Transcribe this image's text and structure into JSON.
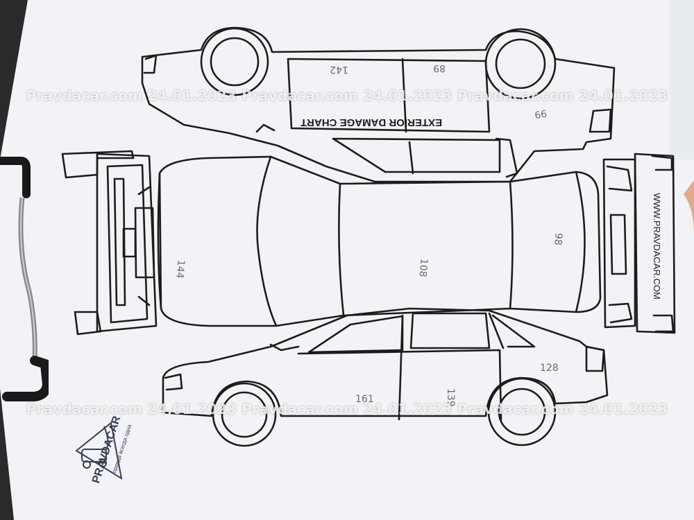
{
  "chart_title": "EXTERIOR DAMAGE CHART",
  "website": "WWW.PRAVDACAR.COM",
  "watermark": {
    "line1": "Pravdacar.com 24.01.2023 Pravdacar.com 24.01.2023 Pravdacar.com 24.01.2023",
    "line2": "Pravdacar.com 24.01.2023 Pravdacar.com 24.01.2023 Pravdacar.com 24.01.2023"
  },
  "stamp": {
    "brand": "PRAVDACAR",
    "tagline": "правда всегда одна"
  },
  "readings": {
    "roof_top": "142",
    "left_rear_door": "89",
    "left_rear_quarter": "99",
    "rear_hood_left": "144",
    "roof_center": "108",
    "trunk_lid": "98",
    "right_quarter": "128",
    "right_rear_door": "161",
    "right_front_door": "139"
  },
  "colors": {
    "paper": "#f1f3f6",
    "ink": "#1c1c1c",
    "background": "#2a2a2a",
    "stamp_ink": "#3a3d52"
  }
}
